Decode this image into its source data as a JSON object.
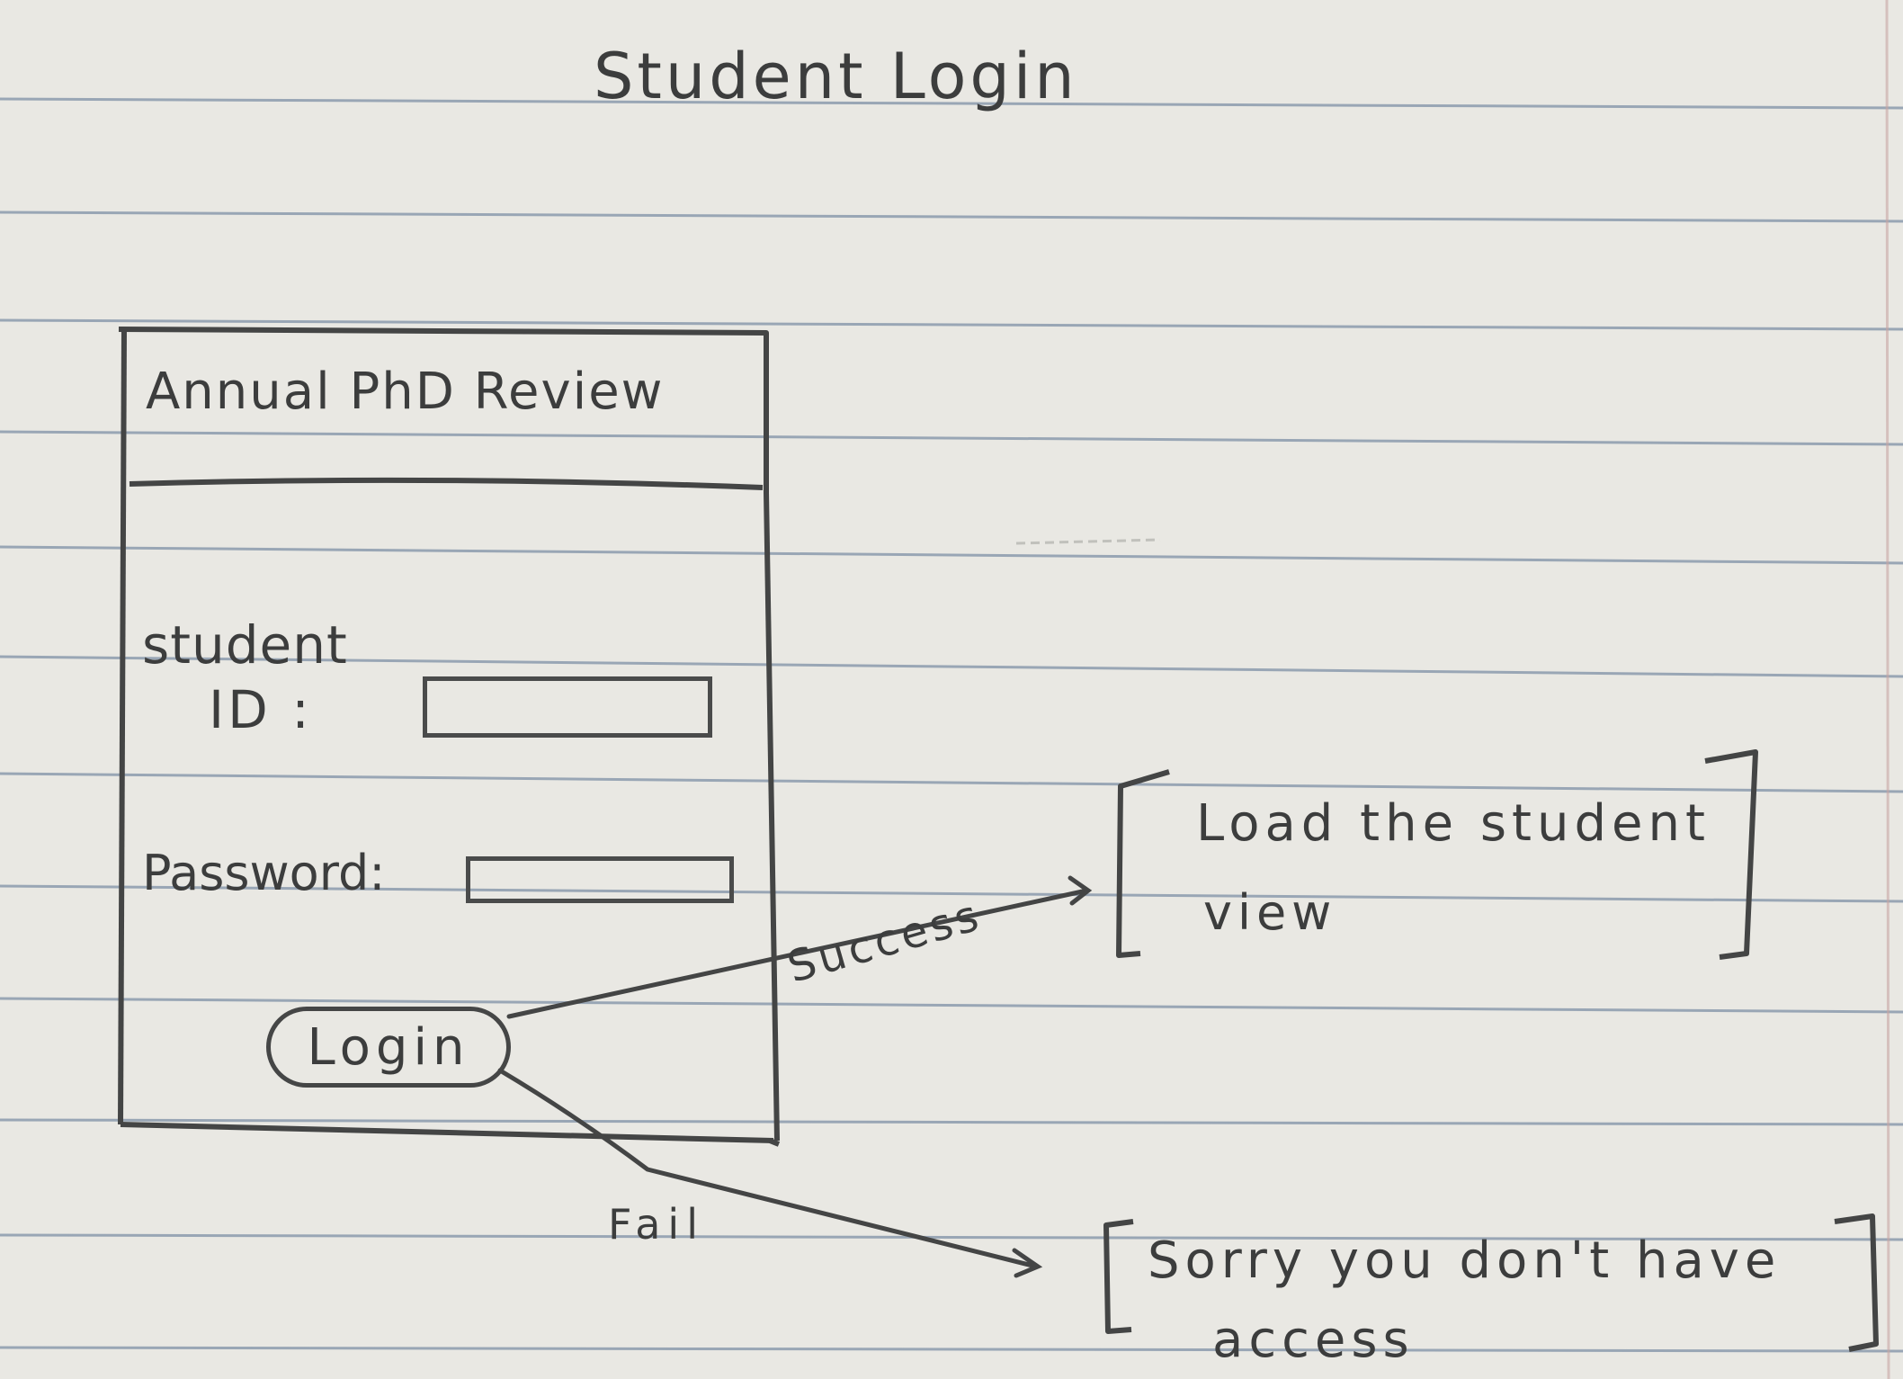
{
  "title": "Student Login",
  "form": {
    "app_title": "Annual PhD Review",
    "student_id_label_line1": "student",
    "student_id_label_line2": "ID :",
    "password_label": "Password:",
    "login_button": "Login"
  },
  "flows": {
    "success_label": "Success",
    "fail_label": "Fail",
    "success_result_line1": "Load the student",
    "success_result_line2": "view",
    "fail_result_line1": "Sorry you don't have",
    "fail_result_line2": "access"
  }
}
